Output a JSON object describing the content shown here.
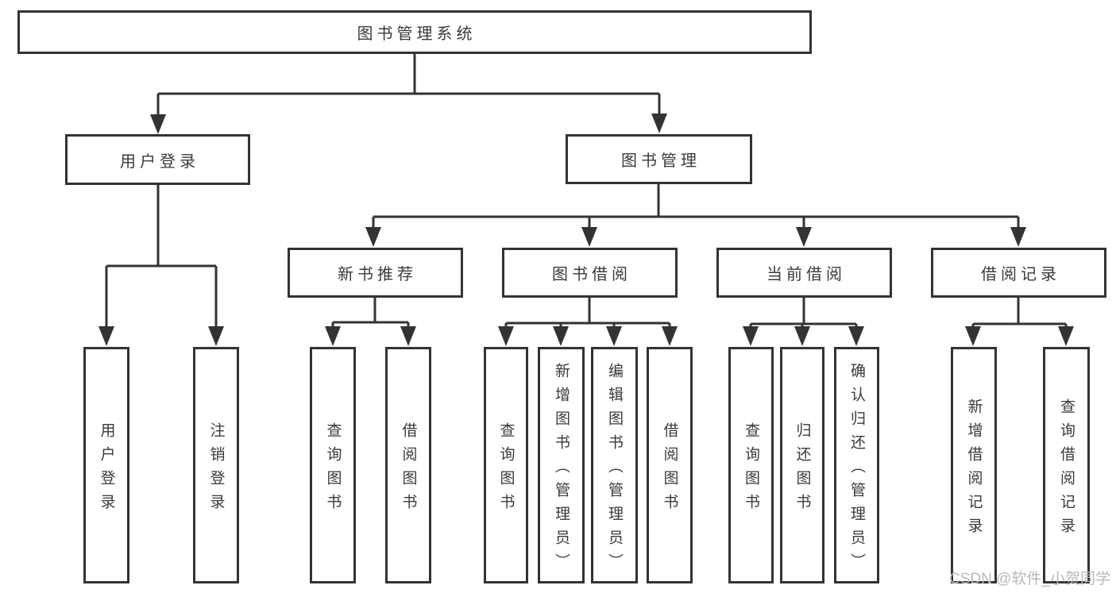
{
  "diagram_type": "hierarchy-tree",
  "colors": {
    "line": "#333333",
    "box_border": "#333333",
    "box_fill": "#ffffff",
    "text": "#3a3a3a",
    "watermark_text": "#b9b9b9",
    "background": "#ffffff"
  },
  "tree": {
    "label": "图书管理系统",
    "children": [
      {
        "label": "用户登录",
        "children": [
          {
            "label": "用户登录"
          },
          {
            "label": "注销登录"
          }
        ]
      },
      {
        "label": "图书管理",
        "children": [
          {
            "label": "新书推荐",
            "children": [
              {
                "label": "查询图书"
              },
              {
                "label": "借阅图书"
              }
            ]
          },
          {
            "label": "图书借阅",
            "children": [
              {
                "label": "查询图书"
              },
              {
                "label": "新增图书（管理员）"
              },
              {
                "label": "编辑图书（管理员）"
              },
              {
                "label": "借阅图书"
              }
            ]
          },
          {
            "label": "当前借阅",
            "children": [
              {
                "label": "查询图书"
              },
              {
                "label": "归还图书"
              },
              {
                "label": "确认归还（管理员）"
              }
            ]
          },
          {
            "label": "借阅记录",
            "children": [
              {
                "label": "新增借阅记录"
              },
              {
                "label": "查询借阅记录"
              }
            ]
          }
        ]
      }
    ]
  },
  "watermark": "CSDN @软件_小贺同学"
}
